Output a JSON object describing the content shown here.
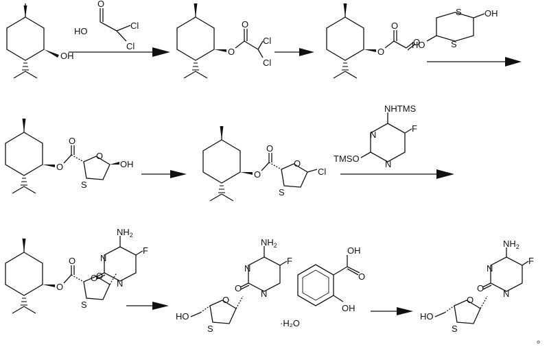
{
  "labels": {
    "oh": "OH",
    "o": "O",
    "s": "S",
    "n": "N",
    "f": "F",
    "cl": "Cl",
    "ho": "HO",
    "nh2_main": "NH",
    "nh2_sub": "2",
    "nhtms": "NHTMS",
    "tmso": "TMSO",
    "hydrate": "·H₂O",
    "end_mark": "。"
  }
}
